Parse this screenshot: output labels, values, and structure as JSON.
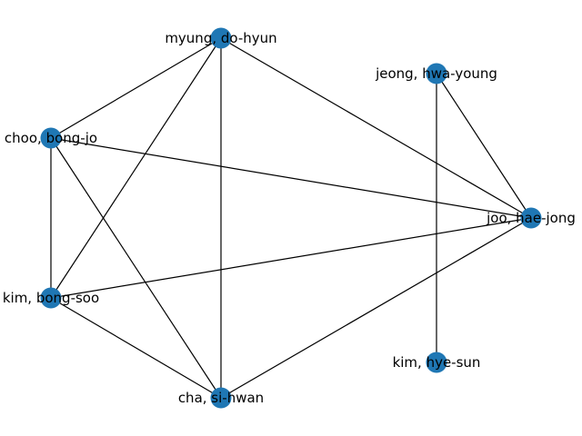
{
  "graph": {
    "node_color": "#1f77b4",
    "edge_color": "#000000",
    "nodes": [
      {
        "id": "myung",
        "label": "myung, do-hyun"
      },
      {
        "id": "jeong",
        "label": "jeong, hwa-young"
      },
      {
        "id": "choo",
        "label": "choo, bong-jo"
      },
      {
        "id": "joo",
        "label": "joo, hae-jong"
      },
      {
        "id": "kimbs",
        "label": "kim, bong-soo"
      },
      {
        "id": "kimhs",
        "label": "kim, hye-sun"
      },
      {
        "id": "cha",
        "label": "cha, si-hwan"
      }
    ],
    "edges": [
      [
        "myung",
        "choo"
      ],
      [
        "myung",
        "kimbs"
      ],
      [
        "myung",
        "cha"
      ],
      [
        "myung",
        "joo"
      ],
      [
        "choo",
        "joo"
      ],
      [
        "choo",
        "kimbs"
      ],
      [
        "choo",
        "cha"
      ],
      [
        "kimbs",
        "joo"
      ],
      [
        "kimbs",
        "cha"
      ],
      [
        "cha",
        "joo"
      ],
      [
        "jeong",
        "joo"
      ],
      [
        "jeong",
        "kimhs"
      ]
    ]
  }
}
